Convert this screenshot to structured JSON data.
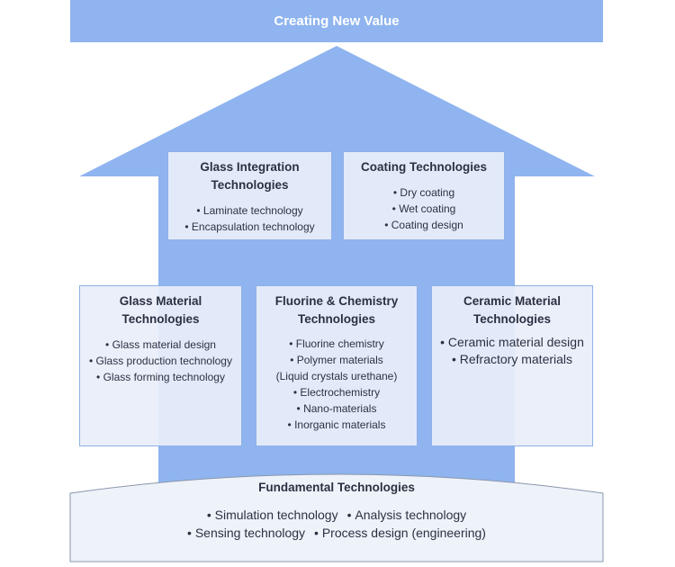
{
  "banner": {
    "title": "Creating New Value",
    "color": "#8fb4ef"
  },
  "colors": {
    "arrow": "#8fb4ef",
    "box_bg": "#e8eefa",
    "box_border": "#8fb0e6",
    "text": "#2b3142"
  },
  "upper_boxes": [
    {
      "title_lines": [
        "Glass Integration",
        "Technologies"
      ],
      "items": [
        "Laminate technology",
        "Encapsulation technology"
      ]
    },
    {
      "title_lines": [
        "Coating Technologies"
      ],
      "items": [
        "Dry coating",
        "Wet coating",
        "Coating design"
      ]
    }
  ],
  "lower_boxes": [
    {
      "title_lines": [
        "Glass Material",
        "Technologies"
      ],
      "items": [
        "Glass material design",
        "Glass production technology",
        "Glass forming technology"
      ]
    },
    {
      "title_lines": [
        "Fluorine & Chemistry",
        "Technologies"
      ],
      "items": [
        "Fluorine chemistry",
        "Polymer materials",
        "(Liquid crystals urethane)",
        "Electrochemistry",
        "Nano-materials",
        "Inorganic materials"
      ]
    },
    {
      "title_lines": [
        "Ceramic Material",
        "Technologies"
      ],
      "items": [
        "Ceramic material design",
        "Refractory materials"
      ]
    }
  ],
  "foundation": {
    "title": "Fundamental Technologies",
    "row1": [
      "Simulation technology",
      "Analysis technology"
    ],
    "row2": [
      "Sensing technology",
      "Process design (engineering)"
    ]
  }
}
